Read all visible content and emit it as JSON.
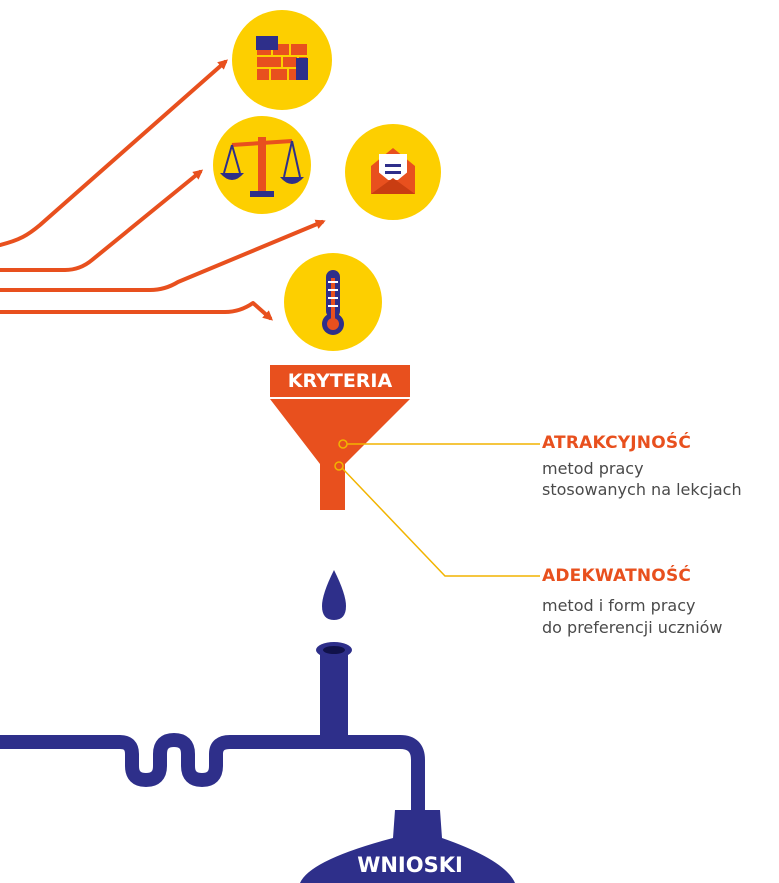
{
  "colors": {
    "orange": "#e8501e",
    "navy": "#2e2f8a",
    "yellow": "#fdcf00",
    "text_gray": "#4a4a4a",
    "connector": "#f2b400"
  },
  "icons": [
    {
      "name": "brick-wall-icon"
    },
    {
      "name": "scales-icon"
    },
    {
      "name": "envelope-icon"
    },
    {
      "name": "thermometer-icon"
    }
  ],
  "funnel": {
    "label": "KRYTERIA"
  },
  "criteria": [
    {
      "title": "ATRAKCYJNOŚĆ",
      "line1": "metod pracy",
      "line2": "stosowanych na lekcjach"
    },
    {
      "title": "ADEKWATNOŚĆ",
      "line1": "metod i form pracy",
      "line2": "do preferencji uczniów"
    }
  ],
  "output": {
    "label": "WNIOSKI"
  }
}
